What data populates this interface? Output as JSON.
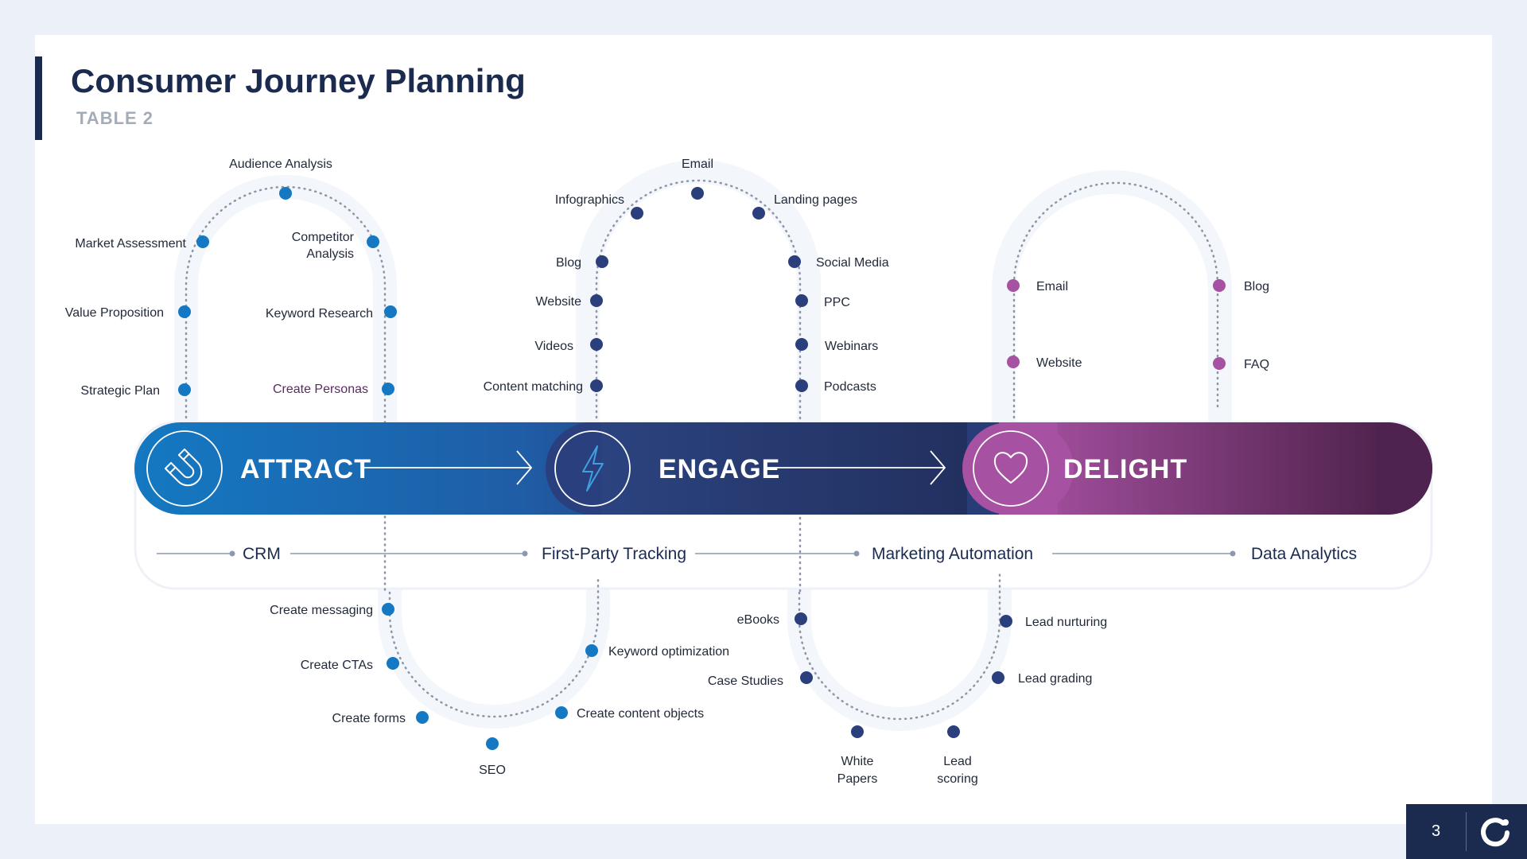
{
  "header": {
    "title": "Consumer Journey Planning",
    "subtitle": "TABLE 2"
  },
  "stages": [
    {
      "label": "ATTRACT",
      "icon": "magnet-icon"
    },
    {
      "label": "ENGAGE",
      "icon": "lightning-icon"
    },
    {
      "label": "DELIGHT",
      "icon": "heart-icon"
    }
  ],
  "tools": [
    "CRM",
    "First-Party Tracking",
    "Marketing Automation",
    "Data Analytics"
  ],
  "attract_top": {
    "strategic_plan": "Strategic Plan",
    "value_proposition": "Value Proposition",
    "market_assessment": "Market Assessment",
    "audience_analysis": "Audience Analysis",
    "competitor_analysis_1": "Competitor",
    "competitor_analysis_2": "Analysis",
    "keyword_research": "Keyword Research",
    "create_personas": "Create Personas"
  },
  "attract_bottom": {
    "create_messaging": "Create messaging",
    "create_ctas": "Create CTAs",
    "create_forms": "Create forms",
    "seo": "SEO",
    "create_content_objects": "Create content objects",
    "keyword_optimization": "Keyword optimization"
  },
  "engage_top": {
    "content_matching": "Content matching",
    "videos": "Videos",
    "website": "Website",
    "blog": "Blog",
    "infographics": "Infographics",
    "email": "Email",
    "landing_pages": "Landing pages",
    "social_media": "Social Media",
    "ppc": "PPC",
    "webinars": "Webinars",
    "podcasts": "Podcasts"
  },
  "engage_bottom": {
    "ebooks": "eBooks",
    "case_studies": "Case Studies",
    "white_papers_1": "White",
    "white_papers_2": "Papers",
    "lead_scoring_1": "Lead",
    "lead_scoring_2": "scoring",
    "lead_grading": "Lead grading",
    "lead_nurturing": "Lead nurturing"
  },
  "delight_top": {
    "email": "Email",
    "website": "Website",
    "blog": "Blog",
    "faq": "FAQ"
  },
  "footer": {
    "page_number": "3",
    "logo_icon": "brand-logo-icon"
  },
  "colors": {
    "navy": "#1b2b50",
    "attract_blue": "#1479c2",
    "engage_navy": "#2b3f7c",
    "delight_purple": "#a651a1",
    "delight_dark": "#4f2350"
  }
}
